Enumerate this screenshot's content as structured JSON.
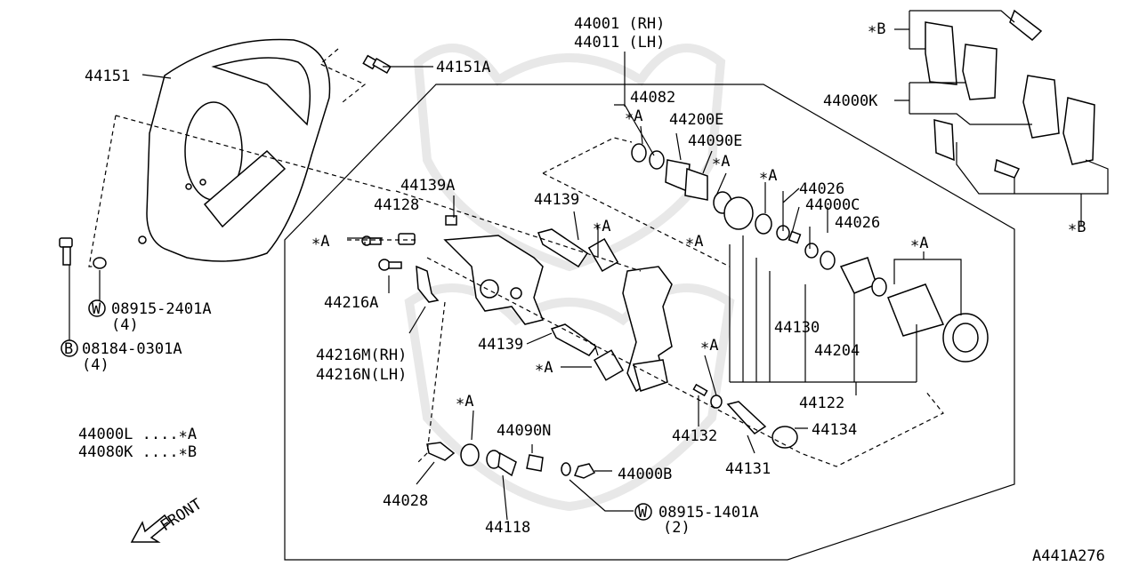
{
  "diagram": {
    "callouts": {
      "caliper_rh": "44001 (RH)",
      "caliper_lh": "44011 (LH)",
      "back_plate": "44151",
      "back_plate_bolt": "44151A",
      "washer_w": "08915-2401A",
      "washer_w_qty": "(4)",
      "bolt_b": "08184-0301A",
      "bolt_b_qty": "(4)",
      "legend_a": "44000L ....∗A",
      "legend_b": "44080K ....∗B",
      "front": "FRONT",
      "star_b_top": "∗B",
      "star_b_bottom": "∗B",
      "pad_kit": "44000K",
      "p44082": "44082",
      "star_a_1": "∗A",
      "p44200e": "44200E",
      "p44090e": "44090E",
      "star_a_2": "∗A",
      "star_a_3": "∗A",
      "p44026_top": "44026",
      "p44000c": "44000C",
      "p44026_2": "44026",
      "star_a_4": "∗A",
      "star_a_5": "∗A",
      "p44139a": "44139A",
      "p44139_top": "44139",
      "star_a_6": "∗A",
      "p44128": "44128",
      "star_a_7": "∗A",
      "p44216a": "44216A",
      "p44216m": "44216M(RH)",
      "p44216n": "44216N(LH)",
      "p44139_bot": "44139",
      "star_a_8": "∗A",
      "star_a_9": "∗A",
      "p44130": "44130",
      "p44204": "44204",
      "p44122": "44122",
      "p44132": "44132",
      "p44134": "44134",
      "p44131": "44131",
      "star_a_10": "∗A",
      "p44090n": "44090N",
      "p44000b": "44000B",
      "p44028": "44028",
      "p44118": "44118",
      "washer_w2": "08915-1401A",
      "washer_w2_qty": "(2)",
      "fig_code": "A441A276",
      "w_symbol": "W",
      "b_symbol": "B"
    }
  }
}
